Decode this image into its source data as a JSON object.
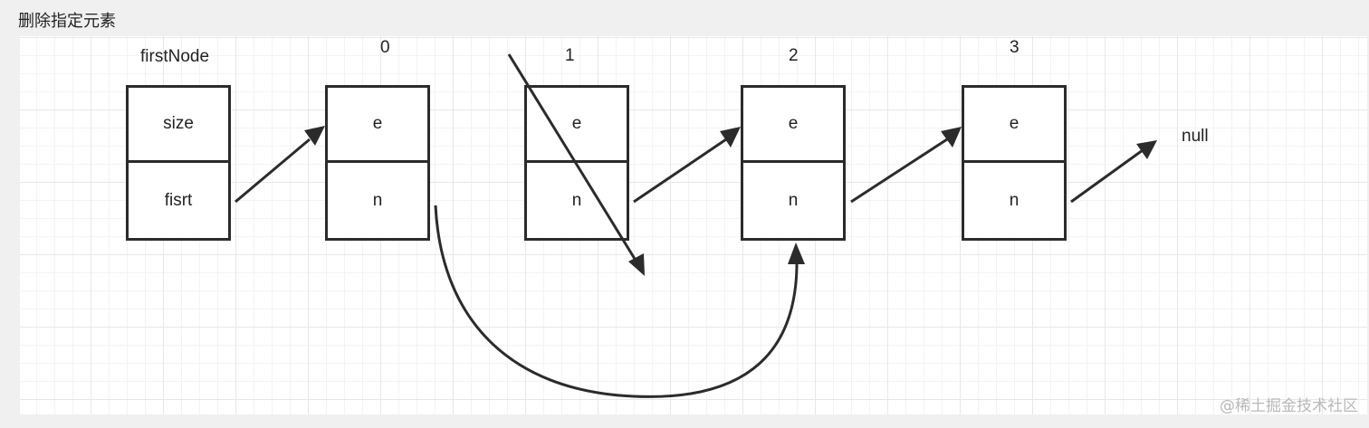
{
  "title": "删除指定元素",
  "head": {
    "label": "firstNode",
    "top": "size",
    "bottom": "fisrt"
  },
  "nodes": [
    {
      "index": "0",
      "top": "e",
      "bottom": "n"
    },
    {
      "index": "1",
      "top": "e",
      "bottom": "n"
    },
    {
      "index": "2",
      "top": "e",
      "bottom": "n"
    },
    {
      "index": "3",
      "top": "e",
      "bottom": "n"
    }
  ],
  "null_label": "null",
  "watermark": "@稀土掘金技术社区",
  "colors": {
    "stroke": "#2b2b2b",
    "grid": "#e7e7e7",
    "background": "#ffffff"
  }
}
